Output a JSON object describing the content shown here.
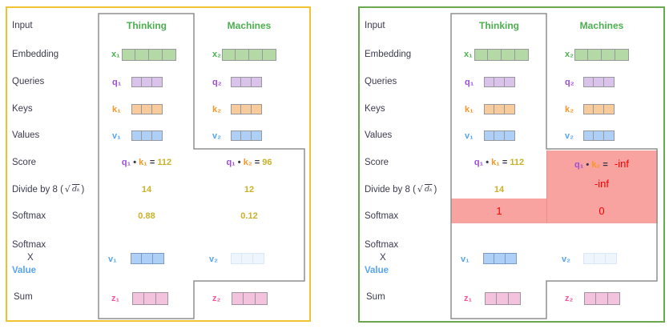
{
  "colors": {
    "left_panel_border": "#f1c232",
    "right_panel_border": "#6aa84f",
    "header_green": "#4caf50",
    "query_purple": "#9c4ed4",
    "key_orange": "#f49727",
    "value_blue": "#57a4f2",
    "sum_pink": "#f0549c",
    "score_yellow": "#c9b22a",
    "mask_red_text": "#fa0000",
    "mask_fill": "#f9a3a0"
  },
  "row_labels": {
    "input": "Input",
    "embedding": "Embedding",
    "queries": "Queries",
    "keys": "Keys",
    "values": "Values",
    "score": "Score",
    "divide_prefix": "Divide by 8 (",
    "divide_sqrt": "√",
    "divide_dk": "dₖ",
    "divide_suffix": ")",
    "softmax": "Softmax",
    "softmax_x_line1": "Softmax",
    "softmax_x_line2": "X",
    "softmax_x_line3": "Value",
    "sum": "Sum"
  },
  "columns": [
    "Thinking",
    "Machines"
  ],
  "vectors": {
    "x1": "x₁",
    "x2": "x₂",
    "q1": "q₁",
    "q2": "q₂",
    "k1": "k₁",
    "k2": "k₂",
    "v1": "v₁",
    "v2": "v₂",
    "z1": "z₁",
    "z2": "z₂"
  },
  "ops": {
    "dot": "•",
    "eq": "="
  },
  "panels": [
    {
      "score": {
        "thinking_val": "112",
        "machines_val": "96"
      },
      "divide": {
        "thinking": "14",
        "machines": "12"
      },
      "softmax": {
        "thinking": "0.88",
        "machines": "0.12"
      }
    },
    {
      "score": {
        "thinking_val": "112",
        "machines_val": "-inf"
      },
      "divide": {
        "thinking": "14",
        "machines": "-inf"
      },
      "softmax": {
        "thinking": "1",
        "machines": "0"
      }
    }
  ]
}
